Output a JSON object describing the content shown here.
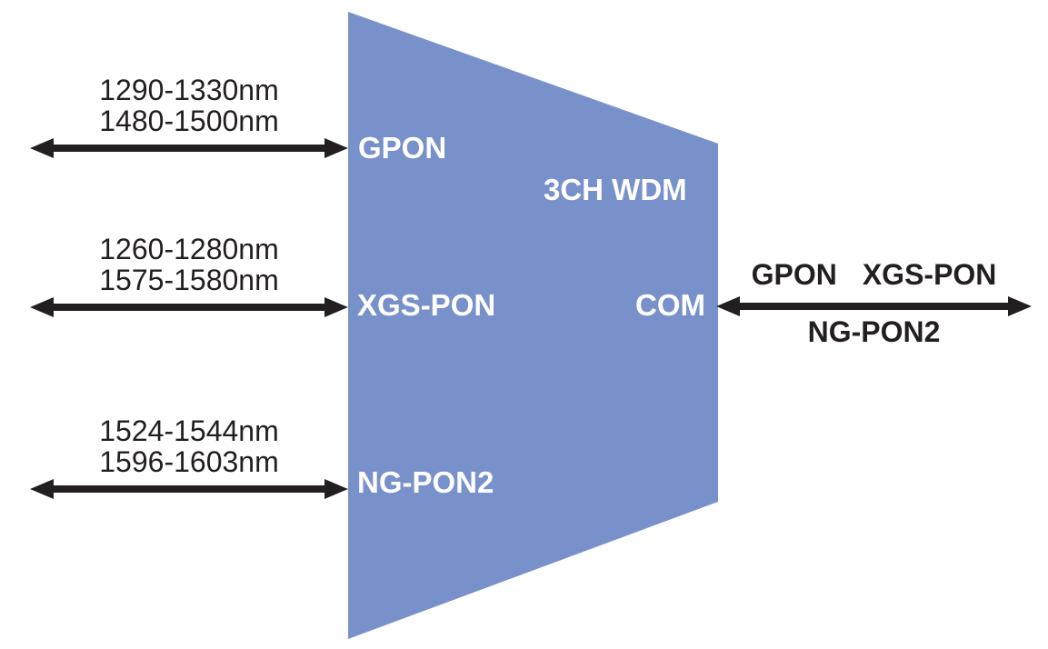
{
  "diagram": {
    "device_label": "3CH WDM",
    "com_label": "COM",
    "ports": [
      {
        "name": "GPON",
        "wavelengths": [
          "1290-1330nm",
          "1480-1500nm"
        ]
      },
      {
        "name": "XGS-PON",
        "wavelengths": [
          "1260-1280nm",
          "1575-1580nm"
        ]
      },
      {
        "name": "NG-PON2",
        "wavelengths": [
          "1524-1544nm",
          "1596-1603nm"
        ]
      }
    ],
    "output": {
      "above_labels": [
        "GPON",
        "XGS-PON"
      ],
      "below_label": "NG-PON2"
    }
  },
  "colors": {
    "trapezoid": "#7991CB",
    "arrow": "#231F20",
    "port_label_text": "#FFFFFF",
    "text": "#231F20",
    "background": "#FFFFFF"
  }
}
